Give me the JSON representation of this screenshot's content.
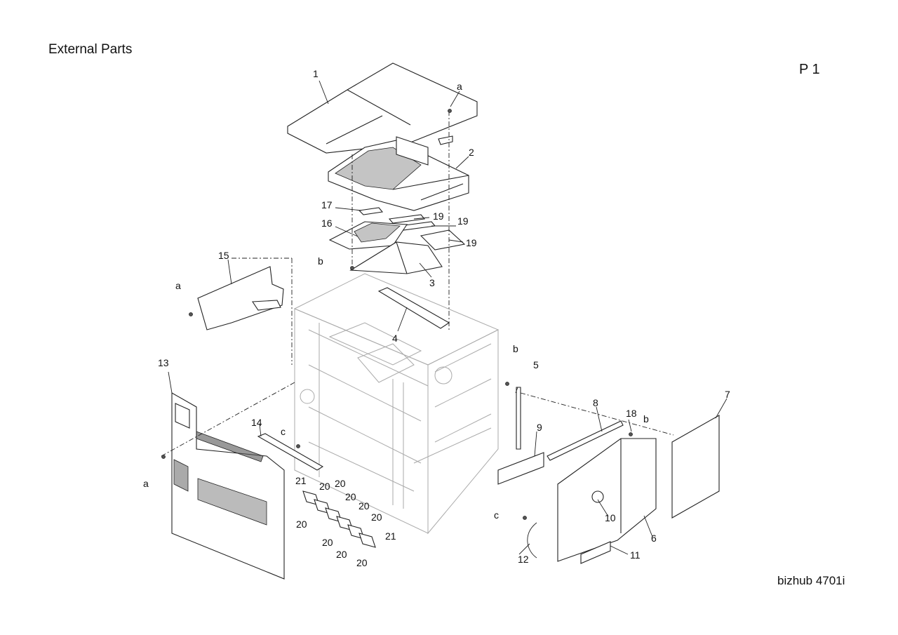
{
  "page": {
    "title": "External Parts",
    "page_number": "P 1",
    "model": "bizhub 4701i"
  },
  "callouts": [
    {
      "id": "c1",
      "text": "1"
    },
    {
      "id": "c2",
      "text": "2"
    },
    {
      "id": "c3",
      "text": "3"
    },
    {
      "id": "c4",
      "text": "4"
    },
    {
      "id": "c5",
      "text": "5"
    },
    {
      "id": "c6",
      "text": "6"
    },
    {
      "id": "c7",
      "text": "7"
    },
    {
      "id": "c8",
      "text": "8"
    },
    {
      "id": "c9",
      "text": "9"
    },
    {
      "id": "c10",
      "text": "10"
    },
    {
      "id": "c11",
      "text": "11"
    },
    {
      "id": "c12",
      "text": "12"
    },
    {
      "id": "c13",
      "text": "13"
    },
    {
      "id": "c14",
      "text": "14"
    },
    {
      "id": "c15",
      "text": "15"
    },
    {
      "id": "c16",
      "text": "16"
    },
    {
      "id": "c17",
      "text": "17"
    },
    {
      "id": "c18",
      "text": "18"
    },
    {
      "id": "c19a",
      "text": "19"
    },
    {
      "id": "c19b",
      "text": "19"
    },
    {
      "id": "c19c",
      "text": "19"
    },
    {
      "id": "c20a",
      "text": "20"
    },
    {
      "id": "c20b",
      "text": "20"
    },
    {
      "id": "c20c",
      "text": "20"
    },
    {
      "id": "c20d",
      "text": "20"
    },
    {
      "id": "c20e",
      "text": "20"
    },
    {
      "id": "c20f",
      "text": "20"
    },
    {
      "id": "c20g",
      "text": "20"
    },
    {
      "id": "c20h",
      "text": "20"
    },
    {
      "id": "c20i",
      "text": "20"
    },
    {
      "id": "c21a",
      "text": "21"
    },
    {
      "id": "c21b",
      "text": "21"
    },
    {
      "id": "ca1",
      "text": "a"
    },
    {
      "id": "ca2",
      "text": "a"
    },
    {
      "id": "ca3",
      "text": "a"
    },
    {
      "id": "cb1",
      "text": "b"
    },
    {
      "id": "cb2",
      "text": "b"
    },
    {
      "id": "cb3",
      "text": "b"
    },
    {
      "id": "cc1",
      "text": "c"
    },
    {
      "id": "cc2",
      "text": "c"
    }
  ]
}
